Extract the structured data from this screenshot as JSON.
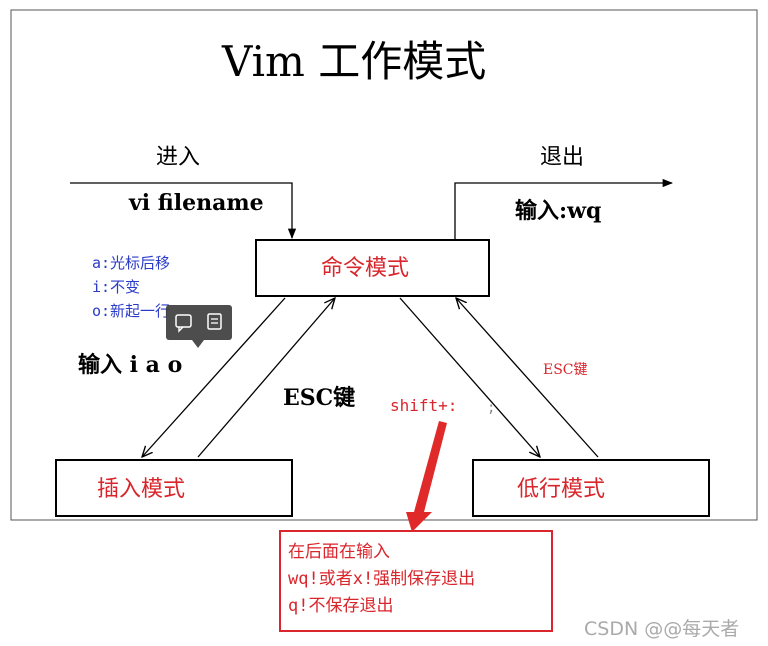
{
  "title": "Vim 工作模式",
  "enter": {
    "label": "进入",
    "command": "vi filename"
  },
  "exit": {
    "label": "退出",
    "command": "输入:wq"
  },
  "modes": {
    "command": "命令模式",
    "insert": "插入模式",
    "lastline": "低行模式"
  },
  "insert_keys": {
    "a": "a:光标后移",
    "i": "i:不变",
    "o": "o:新起一行",
    "label": "输入 i a o"
  },
  "esc_center": "ESC键",
  "esc_right": "ESC键",
  "shift_label": "shift+:",
  "note": {
    "line1": "在后面在输入",
    "line2": "wq!或者x!强制保存退出",
    "line3": "q!不保存退出"
  },
  "watermark": "CSDN @@每天者"
}
